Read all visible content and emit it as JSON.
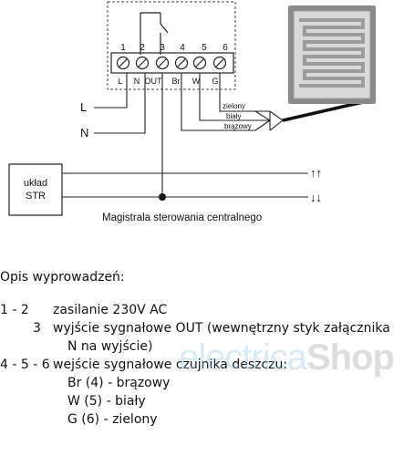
{
  "terminals": [
    {
      "num": "1",
      "code": "L"
    },
    {
      "num": "2",
      "code": "N"
    },
    {
      "num": "3",
      "code": "OUT"
    },
    {
      "num": "4",
      "code": "Br"
    },
    {
      "num": "5",
      "code": "W"
    },
    {
      "num": "6",
      "code": "G"
    }
  ],
  "side_labels": {
    "l": "L",
    "n": "N"
  },
  "wires": {
    "green": "zielony",
    "white": "biały",
    "brown": "brązowy"
  },
  "str_box": {
    "line1": "układ",
    "line2": "STR"
  },
  "bus": {
    "label": "Magistrala sterowania centralnego",
    "up_arrows": "↑↑",
    "down_arrows": "↓↓"
  },
  "legend": {
    "title": "Opis wyprowadzeń:",
    "row1_key": "1 - 2",
    "row1_val": "zasilanie 230V AC",
    "row2_key": "3",
    "row2_val": "wyjście sygnałowe OUT (wewnętrzny styk załącznika",
    "row2_cont": "N na  wyjście)",
    "row3_key": "4 - 5 - 6",
    "row3_val": "wejście sygnałowe czujnika deszczu:",
    "items": [
      "Br (4) - brązowy",
      "W (5) - biały",
      "G (6) - zielony"
    ]
  },
  "watermark": {
    "main": "electrica",
    "shop": "Shop"
  }
}
